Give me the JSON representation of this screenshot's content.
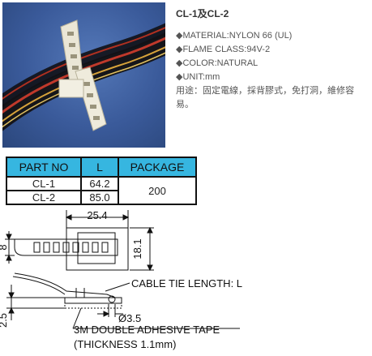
{
  "product": {
    "title": "CL-1及CL-2",
    "specs": [
      "◆MATERIAL:NYLON 66 (UL)",
      "◆FLAME CLASS:94V-2",
      "◆COLOR:NATURAL",
      "◆UNIT:mm"
    ],
    "usage": "用途：固定電線，採背膠式，免打洞，維修容易。"
  },
  "table": {
    "headers": [
      "PART NO",
      "L",
      "PACKAGE"
    ],
    "rows": [
      {
        "part": "CL-1",
        "l": "64.2"
      },
      {
        "part": "CL-2",
        "l": "85.0"
      }
    ],
    "package": "200"
  },
  "drawing": {
    "dim_width": "25.4",
    "dim_height": "18.1",
    "dim_left": "8",
    "dim_base": "2.5",
    "dim_hole": "Ø3.5",
    "label_tie": "CABLE TIE LENGTH: L",
    "label_tape": "3M DOUBLE ADHESIVE TAPE",
    "label_thickness": "(THICKNESS 1.1mm)"
  }
}
